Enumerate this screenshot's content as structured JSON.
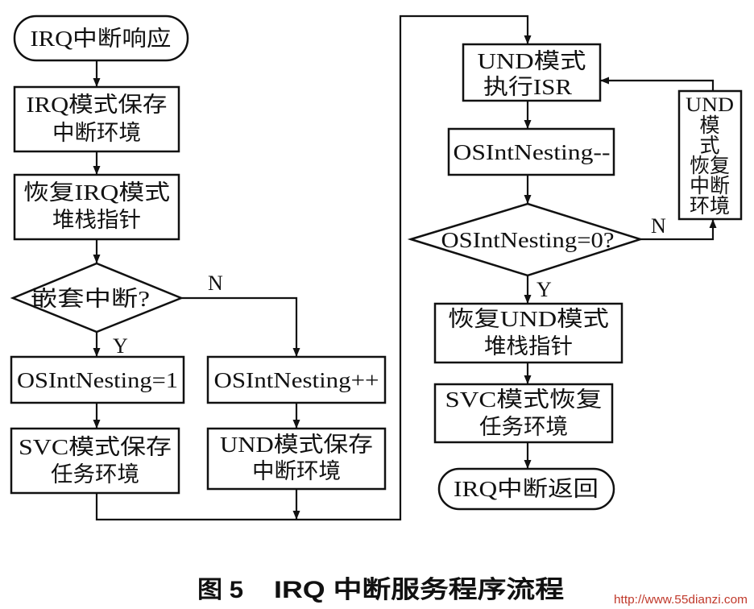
{
  "diagram": {
    "start": "IRQ中断响应",
    "irq_save": {
      "line1": "IRQ模式保存",
      "line2": "中断环境"
    },
    "irq_stack_restore": {
      "line1": "恢复IRQ模式",
      "line2": "堆栈指针"
    },
    "nested_check": "嵌套中断?",
    "nested_yes_label": "Y",
    "nested_no_label": "N",
    "nesting_set_one": "OSIntNesting=1",
    "nesting_increment": "OSIntNesting++",
    "svc_save": {
      "line1": "SVC模式保存",
      "line2": "任务环境"
    },
    "und_save": {
      "line1": "UND模式保存",
      "line2": "中断环境"
    },
    "und_isr": {
      "line1": "UND模式",
      "line2": "执行ISR"
    },
    "nesting_decrement": "OSIntNesting--",
    "zero_check": "OSIntNesting=0?",
    "zero_no_label": "N",
    "zero_yes_label": "Y",
    "und_context_restore": {
      "lines": [
        "UND",
        "模",
        "式",
        "恢复",
        "中断",
        "环境"
      ]
    },
    "und_stack_restore": {
      "line1": "恢复UND模式",
      "line2": "堆栈指针"
    },
    "svc_restore": {
      "line1": "SVC模式恢复",
      "line2": "任务环境"
    },
    "end": "IRQ中断返回"
  },
  "caption": {
    "figure_number": "图 5",
    "title": "IRQ 中断服务程序流程"
  },
  "watermark": "http://www.55dianzi.com"
}
